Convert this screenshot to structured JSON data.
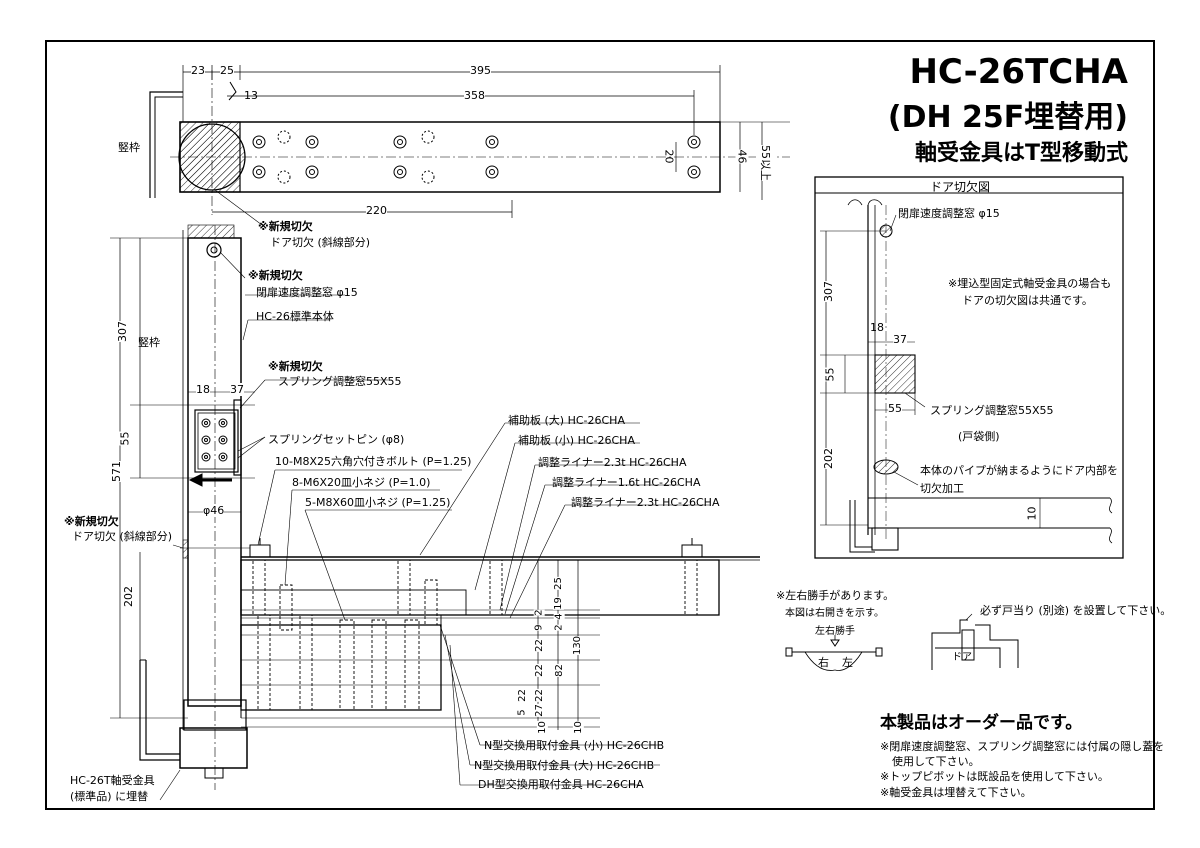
{
  "title": {
    "model": "HC-26TCHA",
    "sub": "(DH 25F埋替用)",
    "tagline": "軸受金具はT型移動式"
  },
  "plan_view": {
    "dims": [
      "23",
      "25",
      "395",
      "13",
      "358",
      "220",
      "20",
      "46",
      "55以上"
    ],
    "frame_label": "竪枠",
    "note_new_cut": "※新規切欠",
    "note_door_cut": "ドア切欠 (斜線部分)"
  },
  "side_view": {
    "frame_label": "竪枠",
    "dims": [
      "307",
      "55",
      "571",
      "202",
      "18",
      "37",
      "φ46"
    ],
    "notes": [
      "※新規切欠",
      "閉扉速度調整窓 φ15",
      "HC-26標準本体",
      "※新規切欠",
      "スプリング調整窓55X55",
      "スプリングセットピン (φ8)",
      "10-M8X25六角穴付きボルト (P=1.25)",
      "8-M6X20皿小ネジ (P=1.0)",
      "5-M8X60皿小ネジ (P=1.25)",
      "※新規切欠",
      "ドア切欠 (斜線部分)",
      "HC-26T軸受金具",
      "(標準品) に埋替"
    ]
  },
  "parts": [
    "補助板 (大) HC-26CHA",
    "補助板 (小) HC-26CHA",
    "調整ライナー2.3t HC-26CHA",
    "調整ライナー1.6t HC-26CHA",
    "調整ライナー2.3t HC-26CHA"
  ],
  "mount_parts": [
    "N型交換用取付金具 (小) HC-26CHB",
    "N型交換用取付金具 (大) HC-26CHB",
    "DH型交換用取付金具 HC-26CHA"
  ],
  "section_dims": [
    "25",
    "19",
    "4",
    "2",
    "9",
    "2",
    "22",
    "130",
    "22",
    "82",
    "22",
    "27",
    "22",
    "5",
    "10",
    "10"
  ],
  "door_cut_panel": {
    "title": "ドア切欠図",
    "speed_window": "閉扉速度調整窓 φ15",
    "note1": "※埋込型固定式軸受金具の場合も",
    "note2": "ドアの切欠図は共通です。",
    "dims": [
      "307",
      "18",
      "37",
      "55",
      "55",
      "202",
      "10"
    ],
    "spring_window": "スプリング調整窓55X55",
    "spring_side": "(戸袋側)",
    "pipe_note1": "本体のパイプが納まるようにドア内部を",
    "pipe_note2": "切欠加工"
  },
  "hand_note": {
    "line1": "※左右勝手があります。",
    "line2": "本図は右開きを示す。",
    "hand_label": "左右勝手",
    "right": "右",
    "left": "左",
    "stop_note": "必ず戸当り (別途) を設置して下さい。",
    "door": "ドア"
  },
  "order_note": {
    "headline": "本製品はオーダー品です。",
    "lines": [
      "※閉扉速度調整窓、スプリング調整窓には付属の隠し蓋を",
      "使用して下さい。",
      "※トップピボットは既設品を使用して下さい。",
      "※軸受金具は埋替えて下さい。"
    ]
  }
}
